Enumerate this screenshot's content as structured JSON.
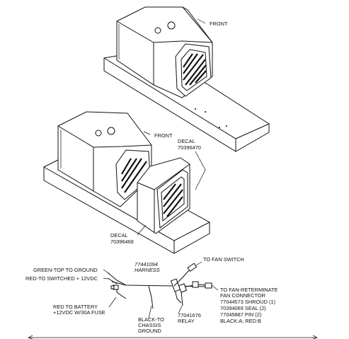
{
  "labels": {
    "front_top": "FRONT",
    "front_bottom": "FRONT",
    "decal_right": [
      "DECAL",
      "70396470"
    ],
    "decal_left": [
      "DECAL",
      "70396468"
    ],
    "to_fan_switch": "TO FAN SWITCH",
    "green_top_to_ground": "GREEN-TOP TO GROUND",
    "red_to_switched": "RED-TO SWITCHED + 12VDC",
    "harness": [
      "77441094",
      "HARNESS"
    ],
    "red_to_battery": [
      "RED TO BATTERY",
      "+12VDC W/30A FUSE"
    ],
    "black_to_chassis": [
      "BLACK-TO",
      "CHASSIS",
      "GROUND"
    ],
    "relay": [
      "77041676",
      "RELAY"
    ],
    "fan_reterminate": [
      "TO FAN-RETERMINATE",
      "FAN CONNECTOR",
      "77044573 SHROUD (1)",
      "70394069 SEAL (2)",
      "77045887 PIN (2)",
      "BLACK:A; RED:B"
    ]
  },
  "icons": [
    "fan-grille-icon",
    "connector-icon",
    "relay-icon"
  ]
}
